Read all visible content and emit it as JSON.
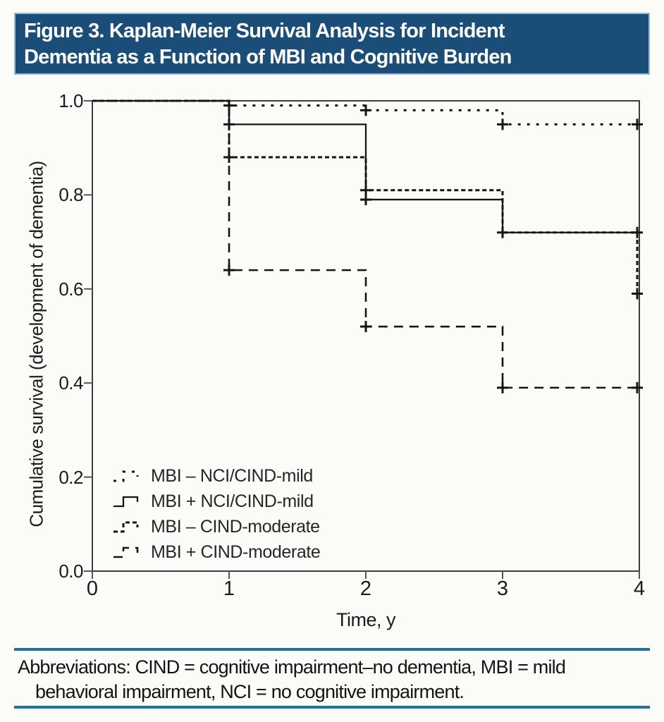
{
  "title": {
    "line1": "Figure 3. Kaplan-Meier Survival Analysis for Incident",
    "line2": "Dementia as a Function of MBI and Cognitive Burden"
  },
  "footer": {
    "line1": "Abbreviations: CIND = cognitive impairment–no dementia, MBI = mild",
    "line2": "behavioral impairment, NCI = no cognitive impairment."
  },
  "chart_data": {
    "type": "line",
    "subtype": "kaplan-meier-step",
    "title": "",
    "xlabel": "Time, y",
    "ylabel": "Cumulative survival (development of dementia)",
    "xlim": [
      0,
      4
    ],
    "ylim": [
      0.0,
      1.0
    ],
    "xticks": [
      0,
      1,
      2,
      3,
      4
    ],
    "yticks": [
      0.0,
      0.2,
      0.4,
      0.6,
      0.8,
      1.0
    ],
    "grid": false,
    "legend_position": "inside-lower-left",
    "series": [
      {
        "name": "MBI – NCI/CIND-mild",
        "style": "fine-dotted",
        "steps": [
          [
            0,
            1.0
          ],
          [
            1,
            0.99
          ],
          [
            2,
            0.98
          ],
          [
            3,
            0.95
          ]
        ],
        "end": [
          4,
          0.95
        ],
        "censors": [
          [
            1,
            0.99
          ],
          [
            2,
            0.98
          ],
          [
            3,
            0.95
          ],
          [
            4,
            0.95
          ]
        ]
      },
      {
        "name": "MBI + NCI/CIND-mild",
        "style": "solid",
        "steps": [
          [
            0,
            1.0
          ],
          [
            1,
            0.95
          ],
          [
            2,
            0.79
          ],
          [
            3,
            0.72
          ]
        ],
        "end": [
          4,
          0.72
        ],
        "censors": [
          [
            1,
            0.95
          ],
          [
            2,
            0.79
          ],
          [
            4,
            0.72
          ]
        ]
      },
      {
        "name": "MBI – CIND-moderate",
        "style": "dense-dash",
        "steps": [
          [
            0,
            1.0
          ],
          [
            1,
            0.88
          ],
          [
            2,
            0.81
          ],
          [
            3,
            0.72
          ]
        ],
        "end": [
          4,
          0.59
        ],
        "censors": [
          [
            1,
            0.88
          ],
          [
            2,
            0.81
          ],
          [
            3,
            0.72
          ],
          [
            4,
            0.59
          ]
        ]
      },
      {
        "name": "MBI + CIND-moderate",
        "style": "long-dash",
        "steps": [
          [
            0,
            1.0
          ],
          [
            1,
            0.64
          ],
          [
            2,
            0.52
          ],
          [
            3,
            0.39
          ]
        ],
        "end": [
          4,
          0.39
        ],
        "censors": [
          [
            1,
            0.64
          ],
          [
            2,
            0.52
          ],
          [
            3,
            0.39
          ],
          [
            4,
            0.39
          ]
        ]
      }
    ]
  },
  "colors": {
    "title_bg": "#1A4E78",
    "title_border": "#8FBBD6",
    "title_text": "#FFFFFF",
    "rule_blue": "#2171A6",
    "curve": "#151515",
    "frame": "#3D3D3D",
    "tick": "#555555",
    "page_bg": "#FBFCF7",
    "text": "#1A1A1A"
  }
}
